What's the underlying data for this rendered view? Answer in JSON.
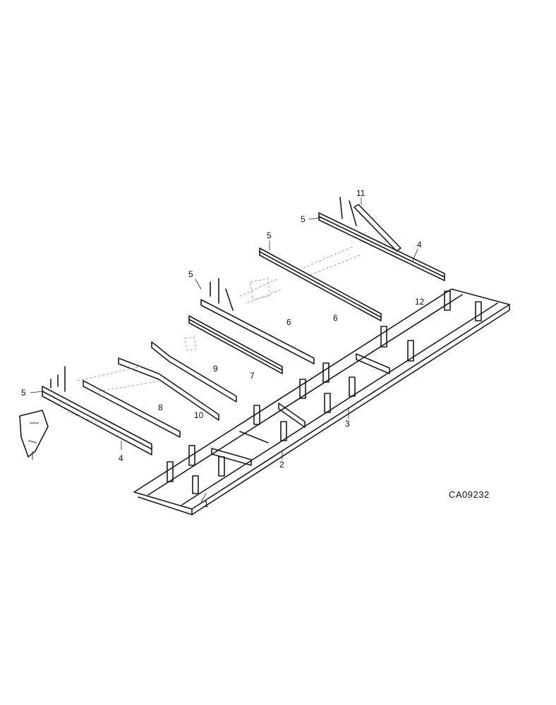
{
  "drawing_number": "CA09232",
  "callouts": {
    "c1": "1",
    "c2": "2",
    "c3": "3",
    "c4a": "4",
    "c4b": "4",
    "c5a": "5",
    "c5b": "5",
    "c5c": "5",
    "c5d": "5",
    "c6a": "6",
    "c6b": "6",
    "c7": "7",
    "c8": "8",
    "c9": "9",
    "c10": "10",
    "c11": "11",
    "c12": "12"
  }
}
